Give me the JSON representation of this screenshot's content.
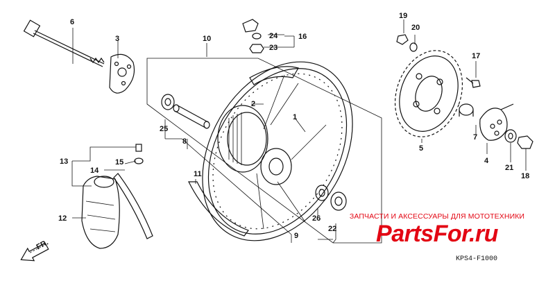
{
  "diagram": {
    "callouts": [
      "1",
      "2",
      "3",
      "4",
      "5",
      "6",
      "7",
      "8",
      "9",
      "10",
      "11",
      "12",
      "13",
      "14",
      "15",
      "16",
      "17",
      "18",
      "19",
      "20",
      "21",
      "22",
      "23",
      "24",
      "25",
      "26"
    ],
    "front_arrow": "FR."
  },
  "watermark": {
    "tagline": "ЗАПЧАСТИ И АКСЕССУАРЫ ДЛЯ МОТОТЕХНИКИ",
    "logo": "PartsFor.ru",
    "color": "#e30613"
  },
  "figure_code": "KPS4-F1000"
}
